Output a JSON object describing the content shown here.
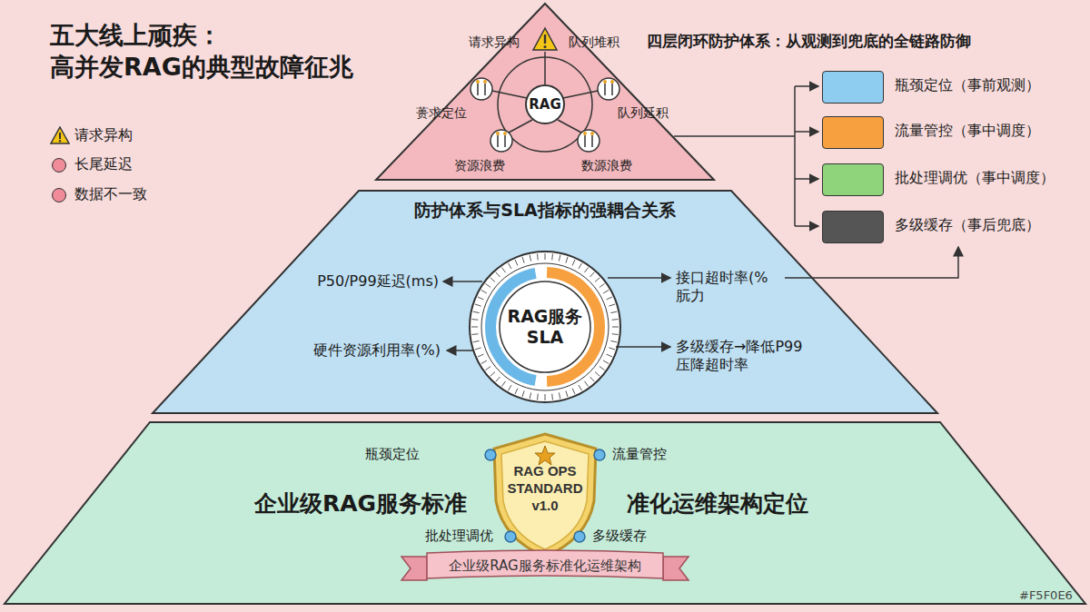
{
  "diagram": {
    "title": "五大线上顽疾： 高并发RAG的典型故障征兆",
    "nodes": [
      {
        "text": [
          "RAG"
        ]
      },
      {
        "text": [
          "防护体系与SLA指标的强耦合关系"
        ]
      },
      {
        "text": [
          "RAG服务 SLA"
        ],
        "in": 1
      },
      {
        "text": [
          "企业级RAG服务标准",
          "准化运维架构定位"
        ]
      },
      {
        "text": [
          "RAG OPS STANDARD v1.0"
        ],
        "in": 3
      },
      {
        "text": [
          "企业级RAG服务标准化运维架构"
        ],
        "in": 3
      }
    ],
    "labels": [
      "请求异构",
      "队列堆积",
      "蒉求定位",
      "队列延积",
      "资源浪费",
      "数源浪费",
      "四层闭环防护体系：从观测到兜底的全链路防御",
      "P50/P99延迟(ms)",
      "接口超时率(% 朊力",
      "硬件资源利用率(%)",
      "多级缓存→降低P99 压降超时率",
      "瓶颈定位",
      "流量管控",
      "批处理调优",
      "多级缓存",
      "#F5F0E6"
    ],
    "legend": [
      {
        "text": "请求异构"
      },
      {
        "text": "长尾延迟",
        "color": "#f08c9a"
      },
      {
        "text": "数据不一致",
        "color": "#f08c9a"
      },
      {
        "text": "瓶颈定位（事前观测）",
        "color": "#8ecdf0"
      },
      {
        "text": "流量管控（事中调度）",
        "color": "#f7a040"
      },
      {
        "text": "批处理调优（事中调度）",
        "color": "#8fd37a"
      },
      {
        "text": "多级缓存（事后兜底）",
        "color": "#555555"
      }
    ]
  }
}
